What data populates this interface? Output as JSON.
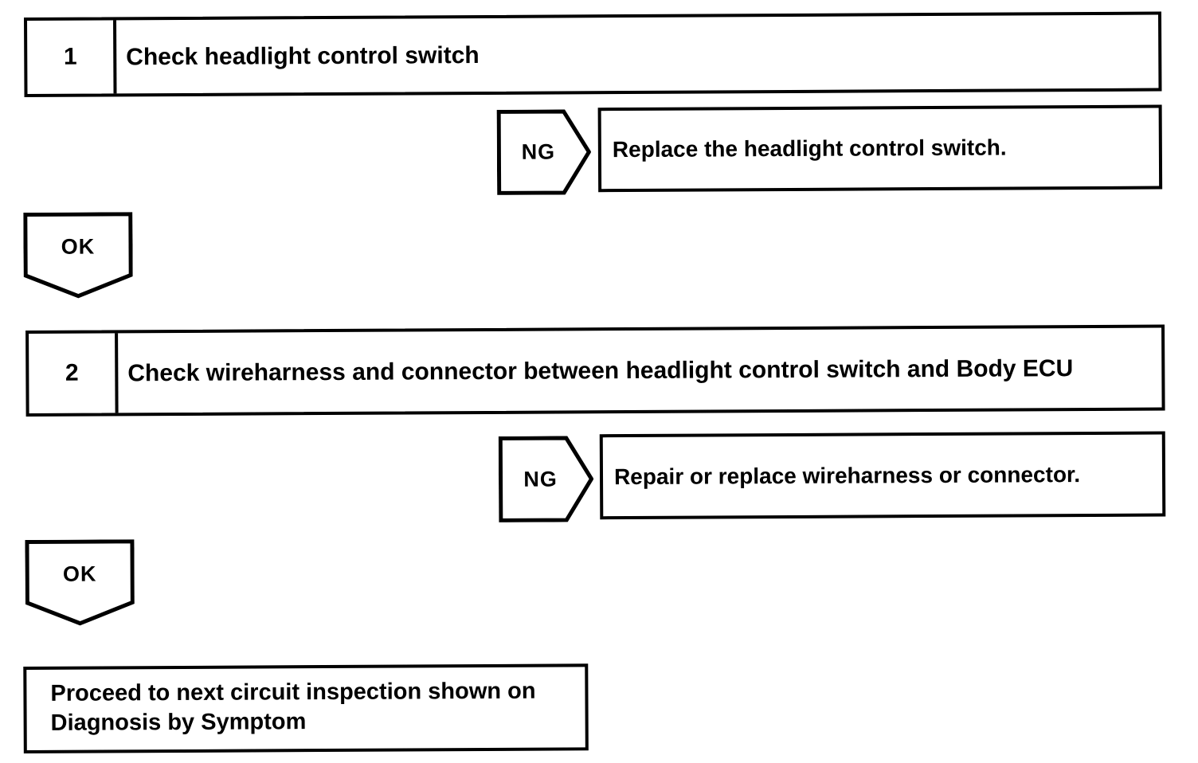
{
  "flowchart": {
    "steps": [
      {
        "number": "1",
        "title": "Check headlight control switch",
        "ng_label": "NG",
        "ng_action": "Replace the headlight control switch.",
        "ok_label": "OK"
      },
      {
        "number": "2",
        "title": "Check wireharness and connector between headlight control switch and Body ECU",
        "ng_label": "NG",
        "ng_action": "Repair or replace wireharness or connector.",
        "ok_label": "OK"
      }
    ],
    "terminal": "Proceed to next circuit inspection shown on Diagnosis by Symptom"
  },
  "colors": {
    "line": "#000000",
    "background": "#ffffff"
  }
}
